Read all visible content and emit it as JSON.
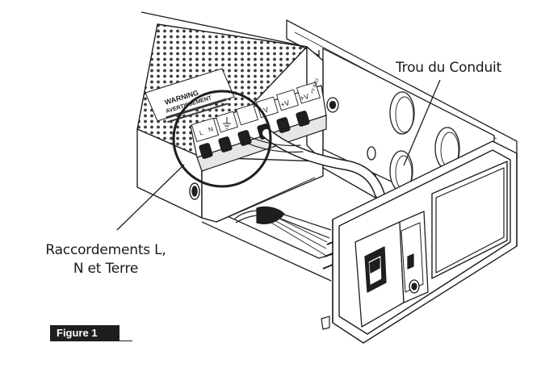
{
  "figure": {
    "label": "Figure 1"
  },
  "callouts": {
    "conduit_hole": "Trou du Conduit",
    "connections_line1": "Raccordements L,",
    "connections_line2": "N et Terre"
  },
  "device_labels": {
    "warning_line1": "WARNING",
    "warning_line2": "AVERTISSEMENT",
    "terminal_l": "L",
    "terminal_n": "N",
    "terminal_minus_v": "-V",
    "terminal_plus_v_1": "+V",
    "terminal_plus_v_2": "+V",
    "terminal_plus_v_adj": "+V ADJ"
  }
}
